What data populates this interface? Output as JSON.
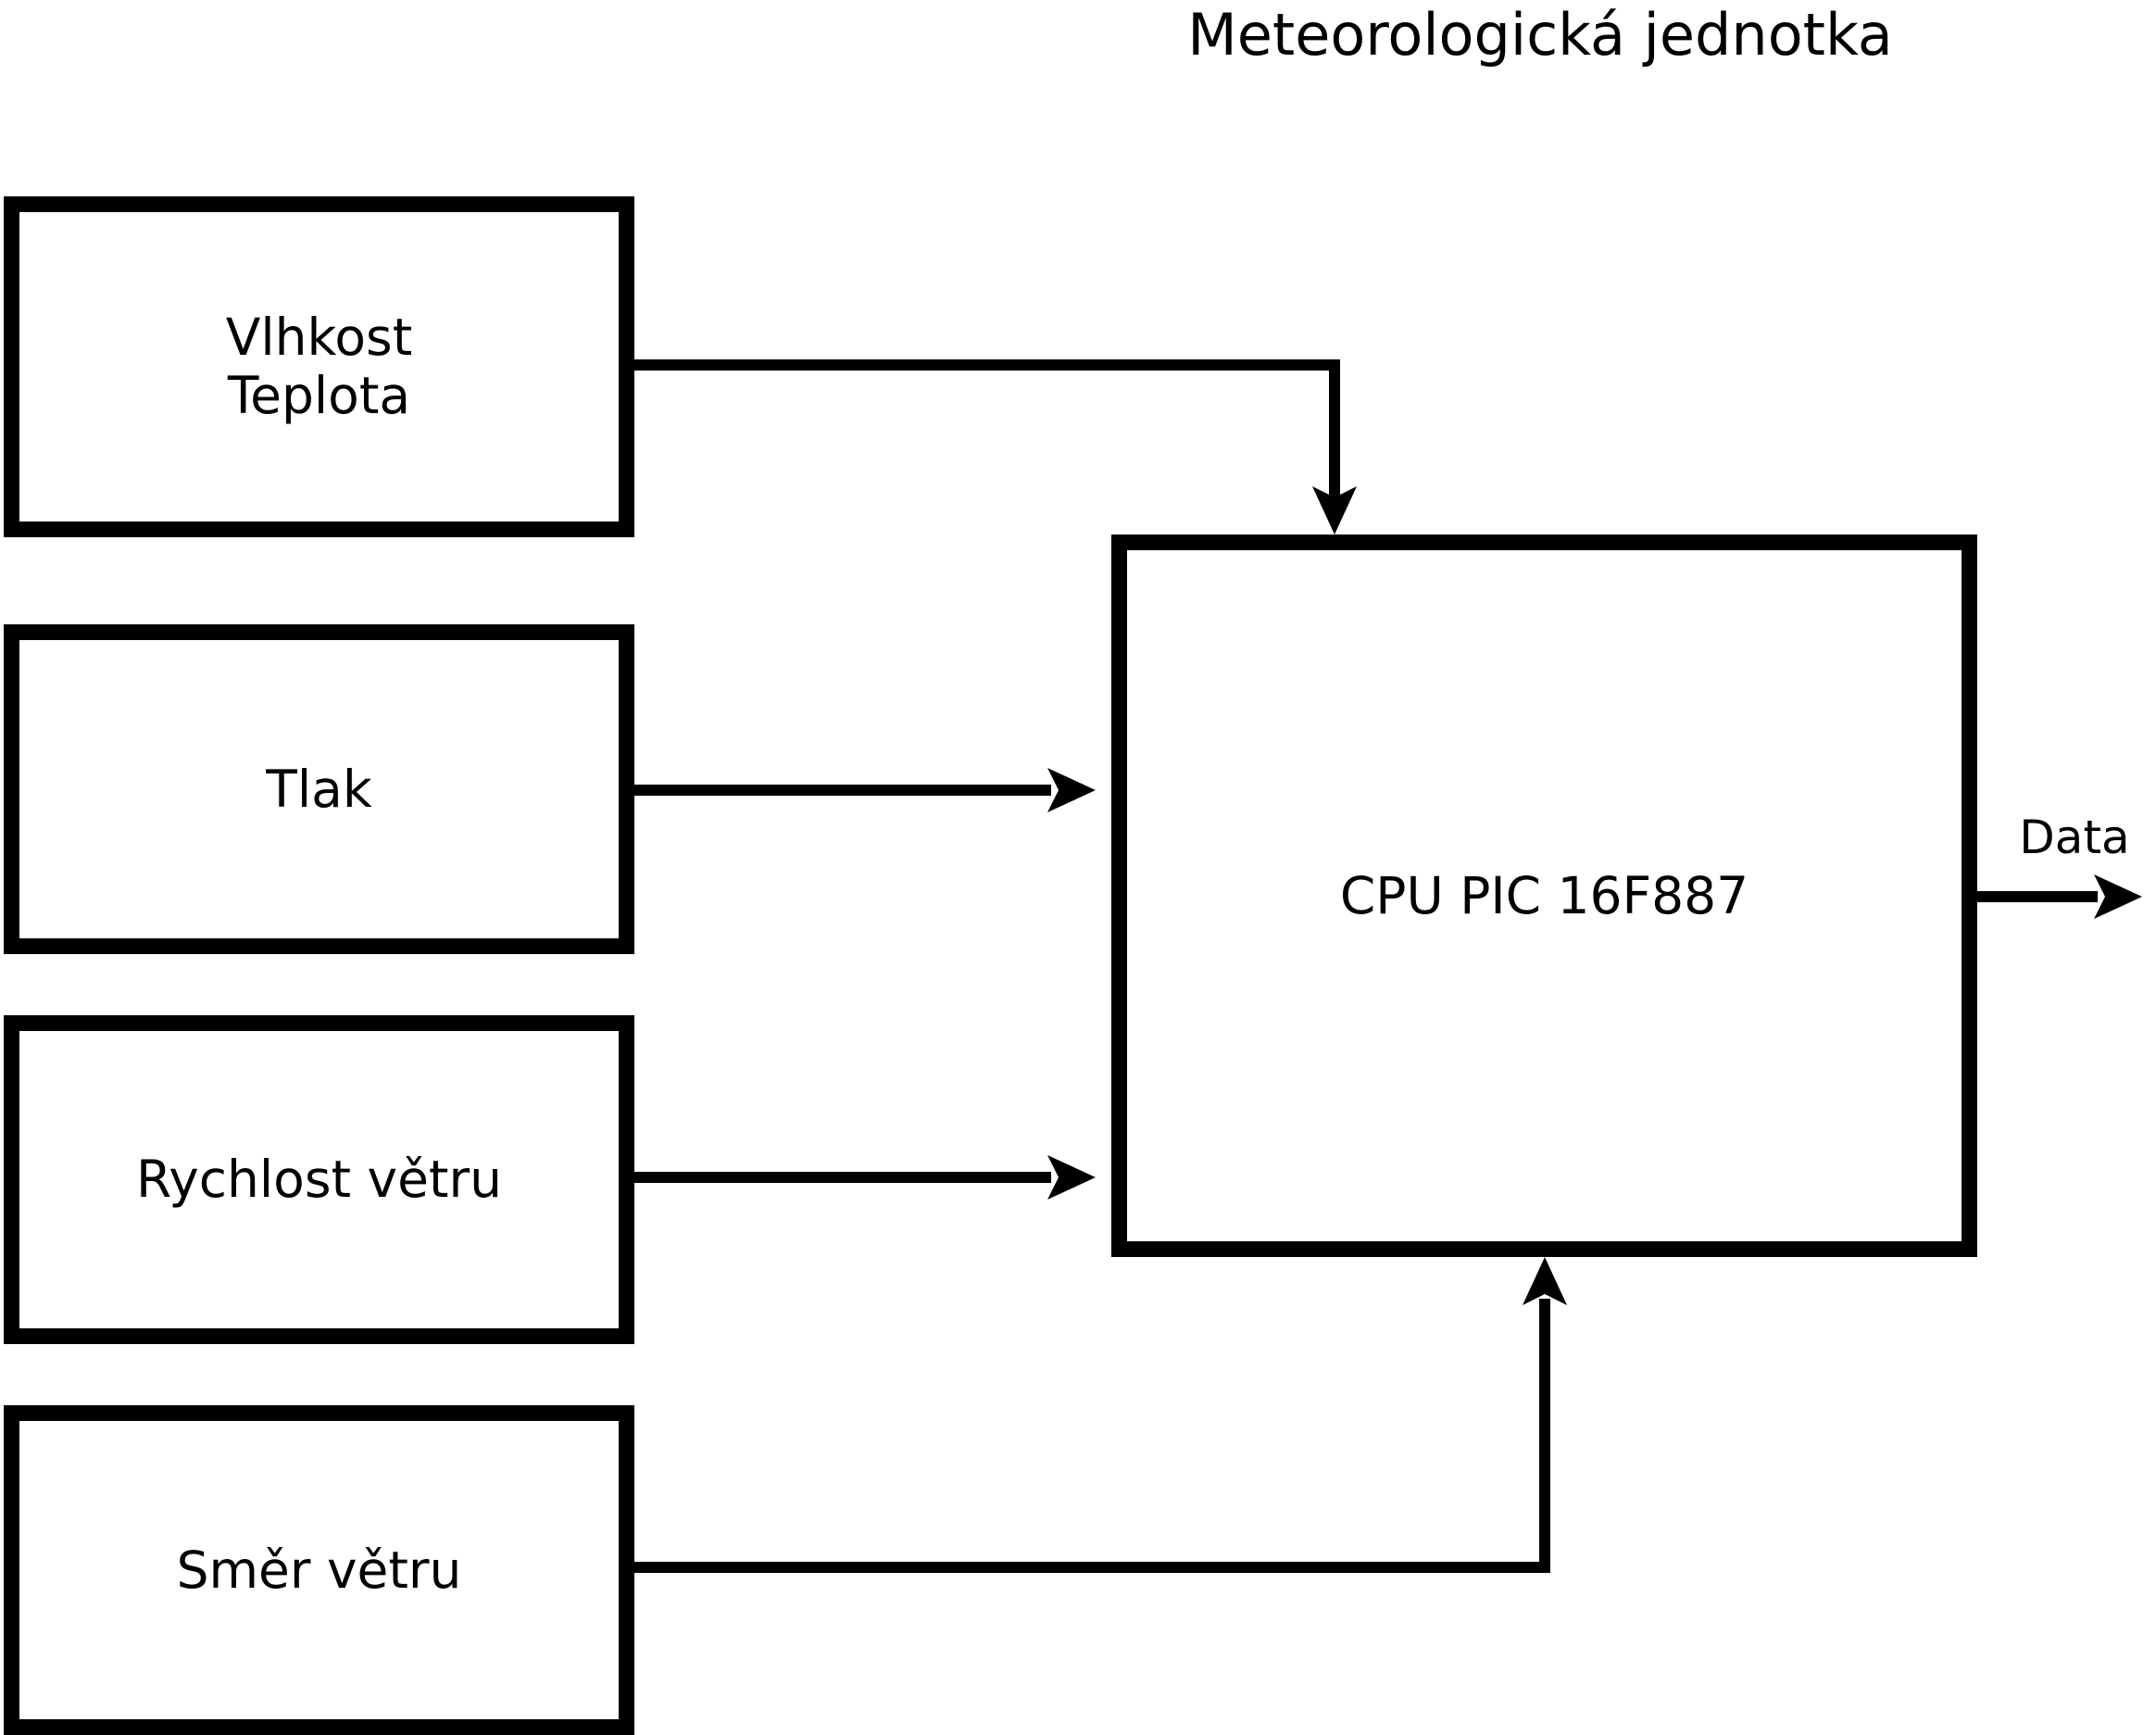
{
  "title": "Meteorologická jednotka",
  "diagram": {
    "sensors": [
      {
        "id": "vlhkost-teplota",
        "label_lines": [
          "Vlhkost",
          "Teplota"
        ]
      },
      {
        "id": "tlak",
        "label_lines": [
          "Tlak"
        ]
      },
      {
        "id": "rychlost-vetru",
        "label_lines": [
          "Rychlost větru"
        ]
      },
      {
        "id": "smer-vetru",
        "label_lines": [
          "Směr větru"
        ]
      }
    ],
    "cpu": {
      "label": "CPU PIC 16F887"
    },
    "output": {
      "label": "Data"
    },
    "connections": [
      {
        "from": "vlhkost-teplota",
        "to": "cpu",
        "enters": "top"
      },
      {
        "from": "tlak",
        "to": "cpu",
        "enters": "left"
      },
      {
        "from": "rychlost-vetru",
        "to": "cpu",
        "enters": "left"
      },
      {
        "from": "smer-vetru",
        "to": "cpu",
        "enters": "bottom"
      },
      {
        "from": "cpu",
        "to": "data-output",
        "exits": "right"
      }
    ]
  },
  "colors": {
    "line": "#000000",
    "background": "#ffffff",
    "box_fill": "#ffffff",
    "text": "#000000"
  }
}
